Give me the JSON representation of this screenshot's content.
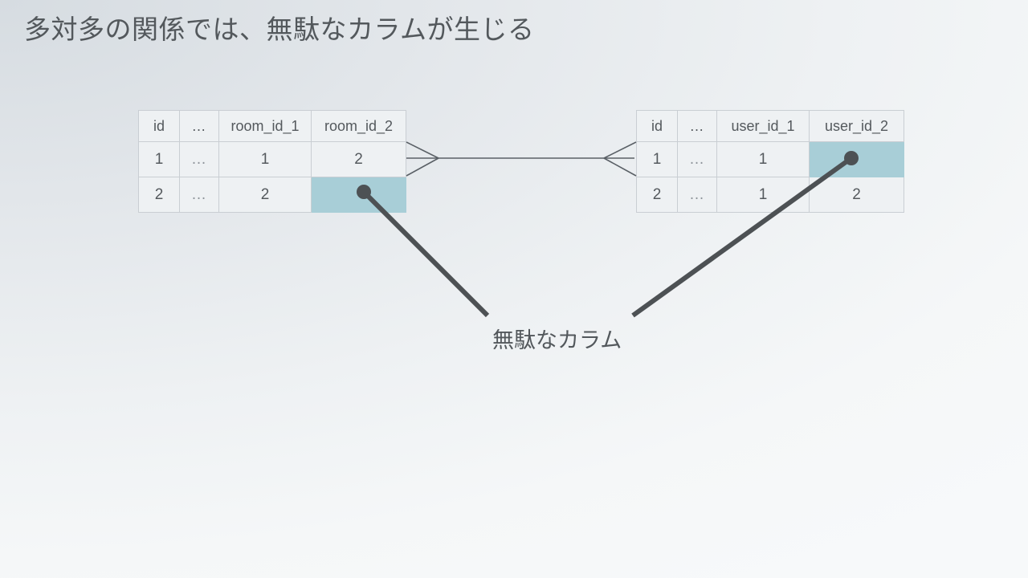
{
  "slide": {
    "title": "多対多の関係では、無駄なカラムが生じる",
    "background_top_left": "#d6dce1",
    "background_bottom_right": "#f7f9fa"
  },
  "colors": {
    "text": "#53585c",
    "muted_text": "#8e949a",
    "highlight": "#a8ced7",
    "border": "#c9ced3",
    "cell_background": "#eef1f3",
    "leader_line": "#4d5154",
    "relation_line": "#5a6066"
  },
  "tables": {
    "left": {
      "name": "room-relation-table",
      "headers": [
        "id",
        "…",
        "room_id_1",
        "room_id_2"
      ],
      "rows": [
        [
          "1",
          "…",
          "1",
          "2"
        ],
        [
          "2",
          "…",
          "2",
          ""
        ]
      ],
      "highlighted_cells": [
        {
          "row": 1,
          "col": 3
        }
      ]
    },
    "right": {
      "name": "user-relation-table",
      "headers": [
        "id",
        "…",
        "user_id_1",
        "user_id_2"
      ],
      "rows": [
        [
          "1",
          "…",
          "1",
          ""
        ],
        [
          "2",
          "…",
          "1",
          "2"
        ]
      ],
      "highlighted_cells": [
        {
          "row": 0,
          "col": 3
        }
      ]
    }
  },
  "relationship": {
    "type": "many-to-many",
    "notation": "crow-foot",
    "left_marker": "crow-foot-left",
    "right_marker": "crow-foot-right"
  },
  "annotation": {
    "label": "無駄なカラム",
    "leader_dots": 2,
    "points_to": [
      "room_id_2 empty cell",
      "user_id_2 empty cell"
    ]
  }
}
